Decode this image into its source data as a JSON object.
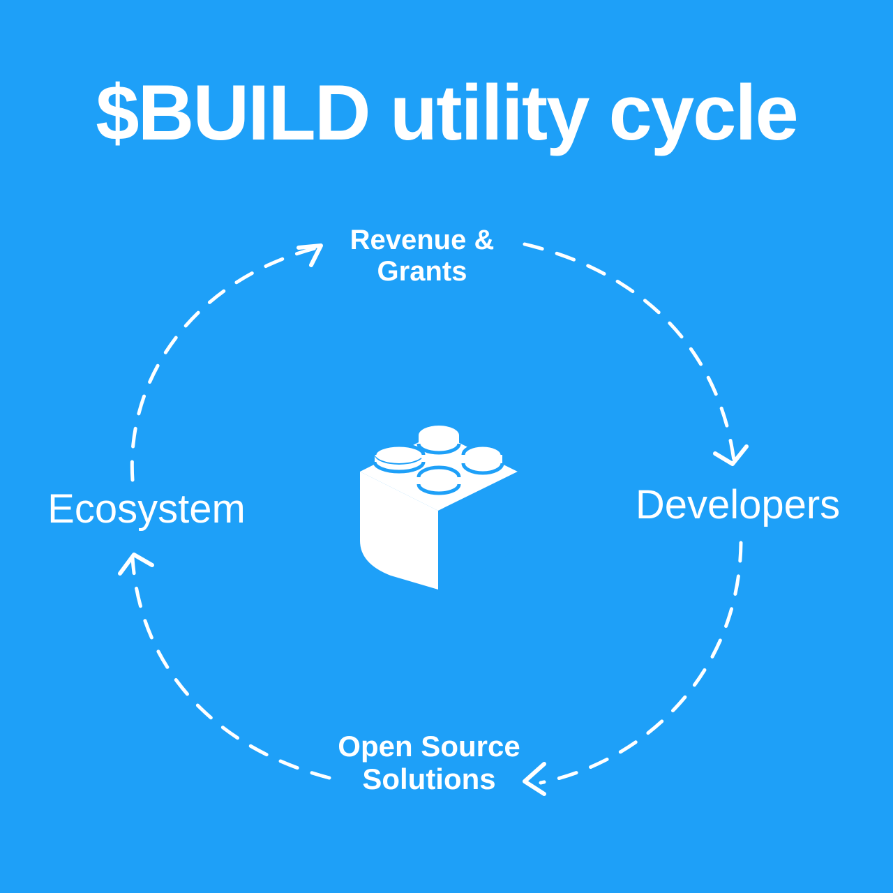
{
  "title": "$BUILD utility cycle",
  "nodes": {
    "top": {
      "line1": "Revenue &",
      "line2": "Grants"
    },
    "right": {
      "label": "Developers"
    },
    "bottom": {
      "line1": "Open Source",
      "line2": "Solutions"
    },
    "left": {
      "label": "Ecosystem"
    }
  },
  "center_icon": "building-block-icon",
  "colors": {
    "background": "#1ea0f8",
    "foreground": "#ffffff"
  }
}
